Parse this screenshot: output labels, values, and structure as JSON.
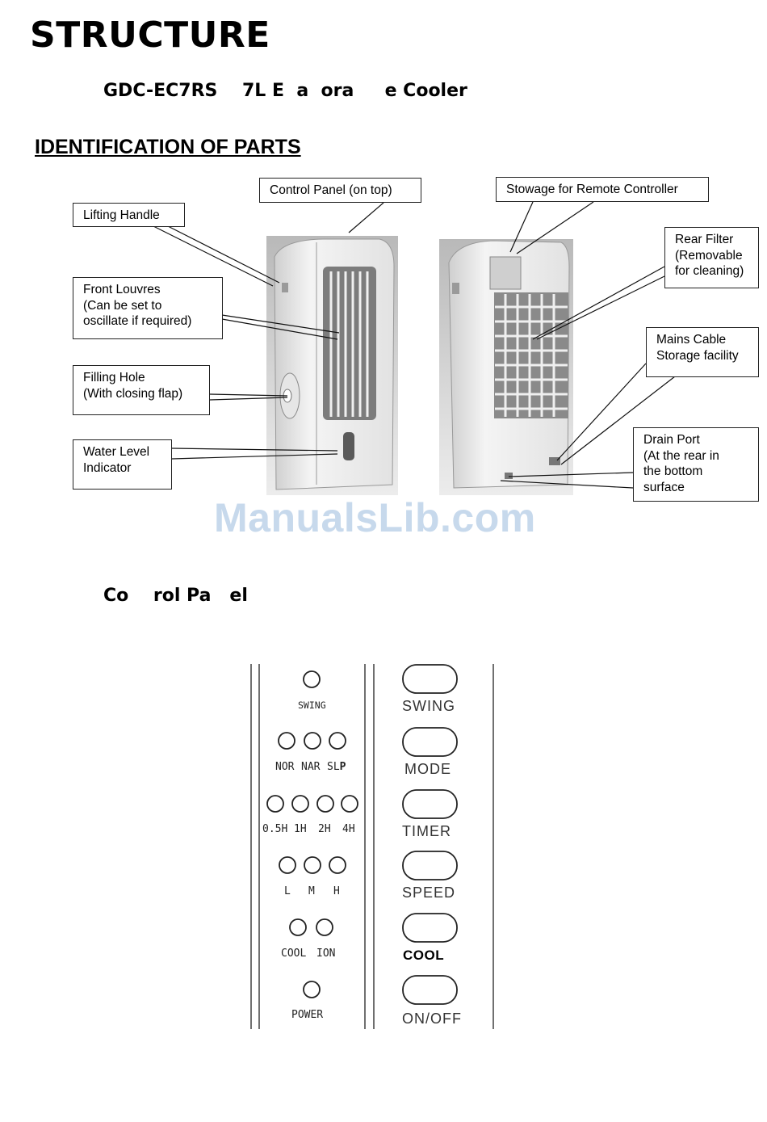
{
  "title": "STRUCTURE",
  "subtitle": "GDC-EC7RS    7L E  a  ora     e Cooler",
  "heading": "IDENTIFICATION OF PARTS",
  "callouts": {
    "lifting_handle": "Lifting Handle",
    "control_panel": "Control Panel (on top)",
    "front_louvres": "Front Louvres\n(Can be set to\noscillate if required)",
    "filling_hole": "Filling Hole\n(With closing flap)",
    "water_level": "Water Level\nIndicator",
    "stowage": "Stowage for Remote Controller",
    "rear_filter": "Rear Filter\n(Removable\nfor cleaning)",
    "mains_cable": "Mains Cable\nStorage facility",
    "drain_port": "Drain Port\n(At the rear in\nthe bottom\nsurface"
  },
  "watermark": "ManualsLib.com",
  "control_panel_heading": "Co    rol Pa   el",
  "indicators": {
    "swing": "SWING",
    "nor": "NOR",
    "nar": "NAR",
    "slp_a": "SL",
    "slp_b": "P",
    "t05": "0.5H",
    "t1": "1H",
    "t2": "2H",
    "t4": "4H",
    "low": "L",
    "mid": "M",
    "high": "H",
    "cool": "COOL",
    "ion": "ION",
    "power": "POWER"
  },
  "buttons": {
    "swing": "SWING",
    "mode": "MODE",
    "timer": "TIMER",
    "speed": "SPEED",
    "cool": "COOL",
    "onoff": "ON/OFF"
  },
  "colors": {
    "watermark": "#c7d9ec",
    "photo_bg": "#d8d8d8",
    "unit_body": "#ececec"
  }
}
